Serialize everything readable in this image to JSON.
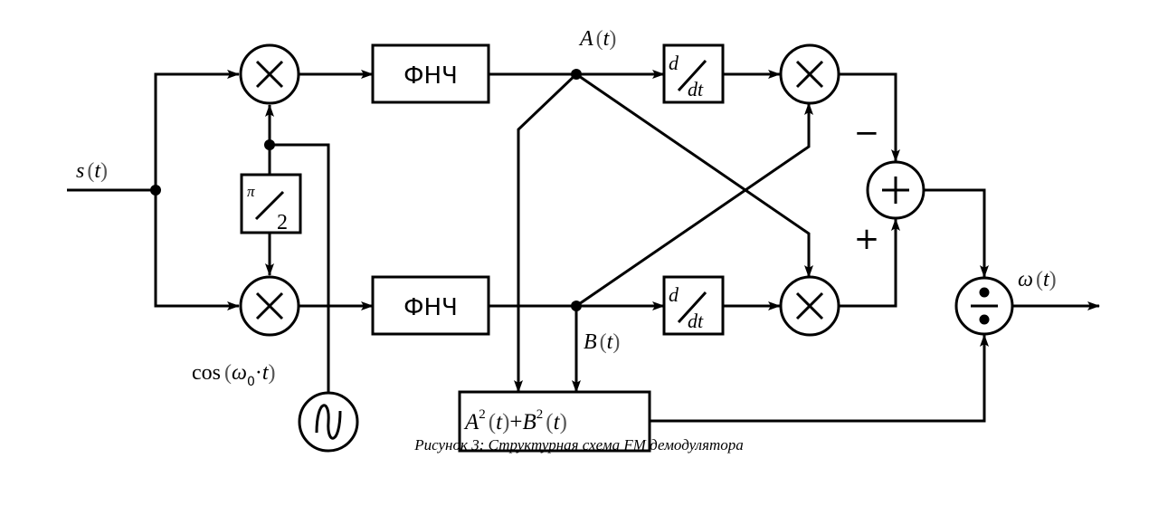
{
  "diagram": {
    "input_label": "s(t)",
    "input_label_parts": {
      "name": "s",
      "arg": "t"
    },
    "carrier_label": "cos(ω₀·t)",
    "carrier_label_parts": {
      "func": "cos",
      "sym": "ω",
      "sub": "0",
      "arg": "t"
    },
    "phase_shift": {
      "num": "π",
      "den": "2"
    },
    "lpf_top": "ФНЧ",
    "lpf_bottom": "ФНЧ",
    "signal_a": {
      "name": "A",
      "arg": "t"
    },
    "signal_b": {
      "name": "B",
      "arg": "t"
    },
    "derivative": {
      "num": "d",
      "den": "dt"
    },
    "sum_sign_top": "−",
    "sum_sign_bottom": "+",
    "envelope_block": {
      "a": "A",
      "b": "B",
      "exp": "2",
      "arg": "t",
      "op": "+"
    },
    "output_label": {
      "name": "ω",
      "arg": "t"
    },
    "blocks": [
      {
        "id": "mult-top-left",
        "type": "multiplier"
      },
      {
        "id": "mult-bottom-left",
        "type": "multiplier"
      },
      {
        "id": "phase-shifter",
        "type": "phase_shift"
      },
      {
        "id": "oscillator",
        "type": "oscillator"
      },
      {
        "id": "lpf-top",
        "type": "low_pass_filter"
      },
      {
        "id": "lpf-bottom",
        "type": "low_pass_filter"
      },
      {
        "id": "diff-top",
        "type": "differentiator"
      },
      {
        "id": "diff-bottom",
        "type": "differentiator"
      },
      {
        "id": "mult-top-right",
        "type": "multiplier"
      },
      {
        "id": "mult-bottom-right",
        "type": "multiplier"
      },
      {
        "id": "summer",
        "type": "adder"
      },
      {
        "id": "divider",
        "type": "divider"
      },
      {
        "id": "envelope",
        "type": "square_sum"
      }
    ]
  },
  "caption": "Рисунок 3: Структурная схема FM демодулятора"
}
